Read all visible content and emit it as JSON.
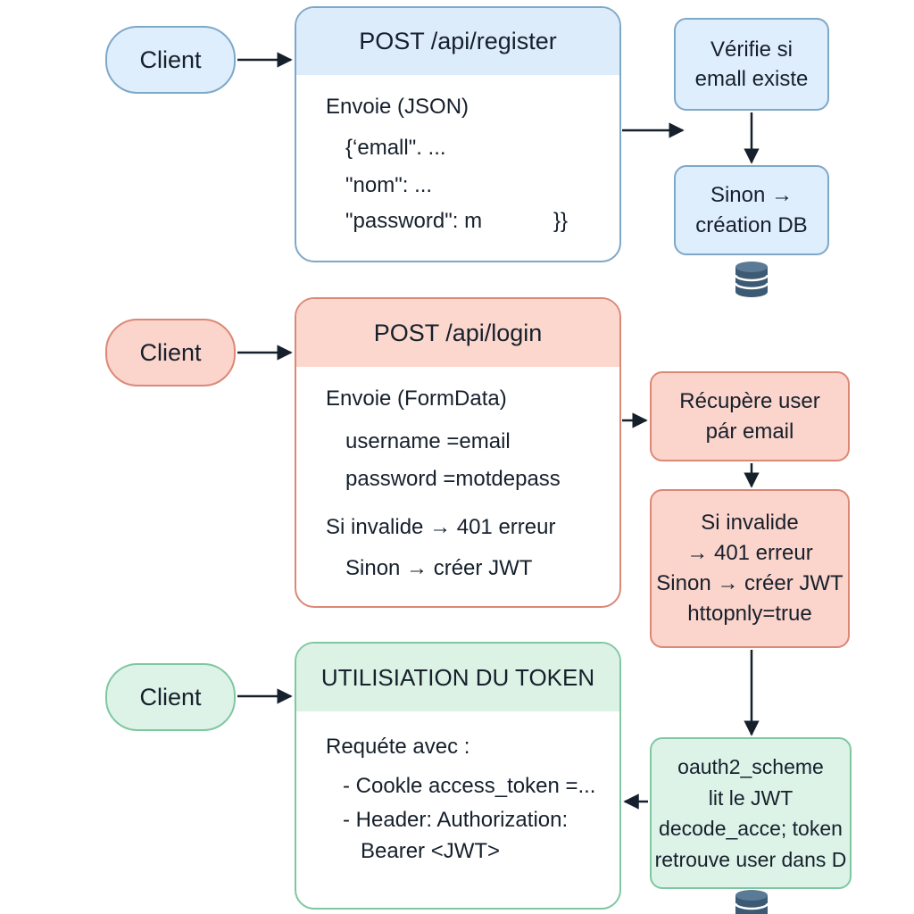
{
  "register": {
    "client_label": "Client",
    "endpoint": "POST /api/register",
    "lines": [
      "Envoie (JSON)",
      "{‘emall\". ...",
      "\"nom\": ...",
      "\"password\": m",
      "}}"
    ],
    "step1": [
      "Vérifie si",
      "emall existe"
    ],
    "step2": [
      "Sinon →",
      "création DB"
    ],
    "db_icon": "database-icon",
    "color": "#7ea8c8"
  },
  "login": {
    "client_label": "Client",
    "endpoint": "POST /api/login",
    "lines": [
      "Envoie (FormData)",
      "username =email",
      "password =motdepass",
      "Si invalide → 401 erreur",
      "Sinon → créer JWT"
    ],
    "step1": [
      "Récupère user",
      "pár email"
    ],
    "step2": [
      "Si invalide",
      "→ 401 erreur",
      "Sinon → créer JWT",
      "httopnly=true"
    ],
    "color": "#db8877"
  },
  "token": {
    "client_label": "Client",
    "title": "UTILISIATION DU TOKEN",
    "lines": [
      "Requéte avec :",
      "- Cookle access_token =...",
      "- Header: Authorization:",
      "Bearer <JWT>"
    ],
    "step1": [
      "oauth2_scheme",
      "lit le  JWT",
      "decode_acce; token",
      "retrouve user dans D"
    ],
    "db_icon": "database-icon",
    "color": "#7fc7a1"
  }
}
